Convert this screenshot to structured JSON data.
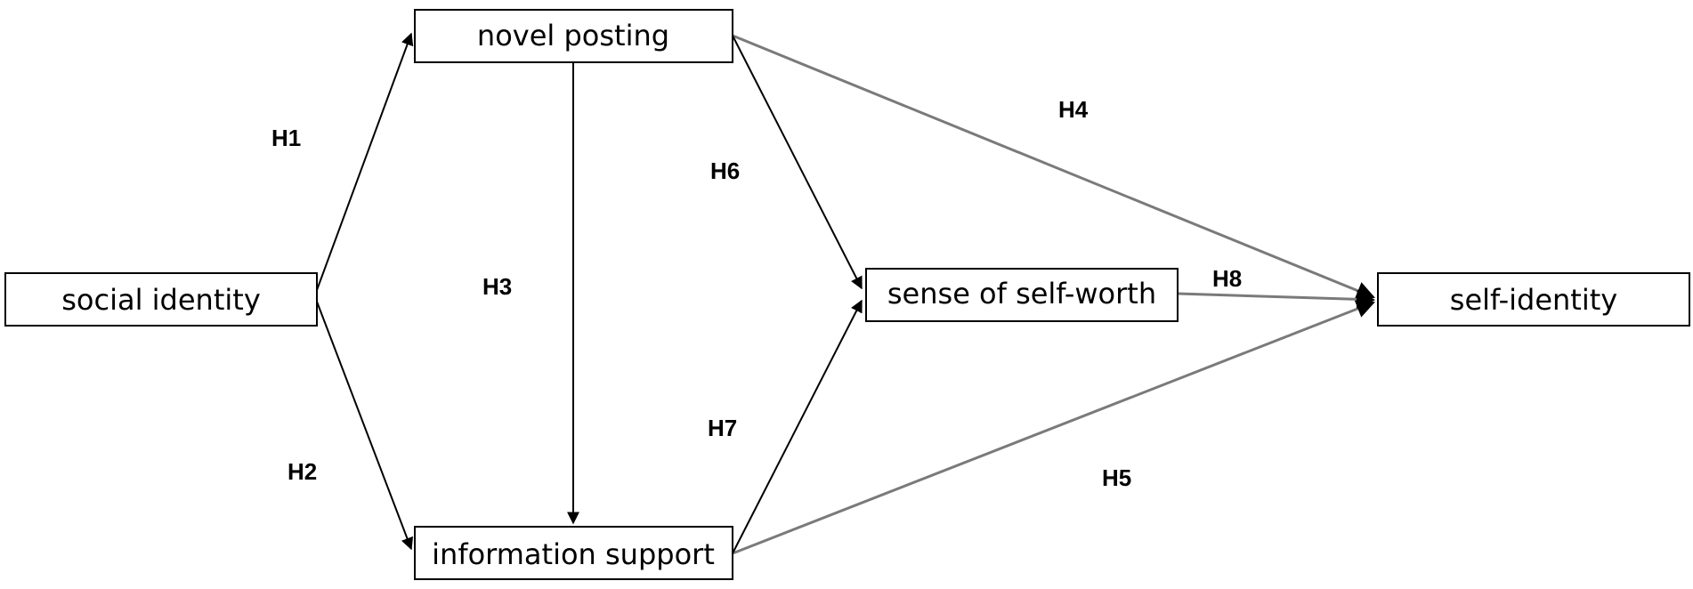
{
  "nodes": {
    "social_identity": "social identity",
    "novel_posting": "novel posting",
    "information_support": "information support",
    "sense_of_self_worth": "sense of self-worth",
    "self_identity": "self-identity"
  },
  "hypotheses": {
    "h1": "H1",
    "h2": "H2",
    "h3": "H3",
    "h4": "H4",
    "h5": "H5",
    "h6": "H6",
    "h7": "H7",
    "h8": "H8"
  },
  "edges": [
    {
      "from": "social identity",
      "to": "novel posting",
      "label": "H1"
    },
    {
      "from": "social identity",
      "to": "information support",
      "label": "H2"
    },
    {
      "from": "novel posting",
      "to": "information support",
      "label": "H3"
    },
    {
      "from": "novel posting",
      "to": "self-identity",
      "label": "H4"
    },
    {
      "from": "information support",
      "to": "self-identity",
      "label": "H5"
    },
    {
      "from": "novel posting",
      "to": "sense of self-worth",
      "label": "H6"
    },
    {
      "from": "information support",
      "to": "sense of self-worth",
      "label": "H7"
    },
    {
      "from": "sense of self-worth",
      "to": "self-identity",
      "label": "H8"
    }
  ]
}
